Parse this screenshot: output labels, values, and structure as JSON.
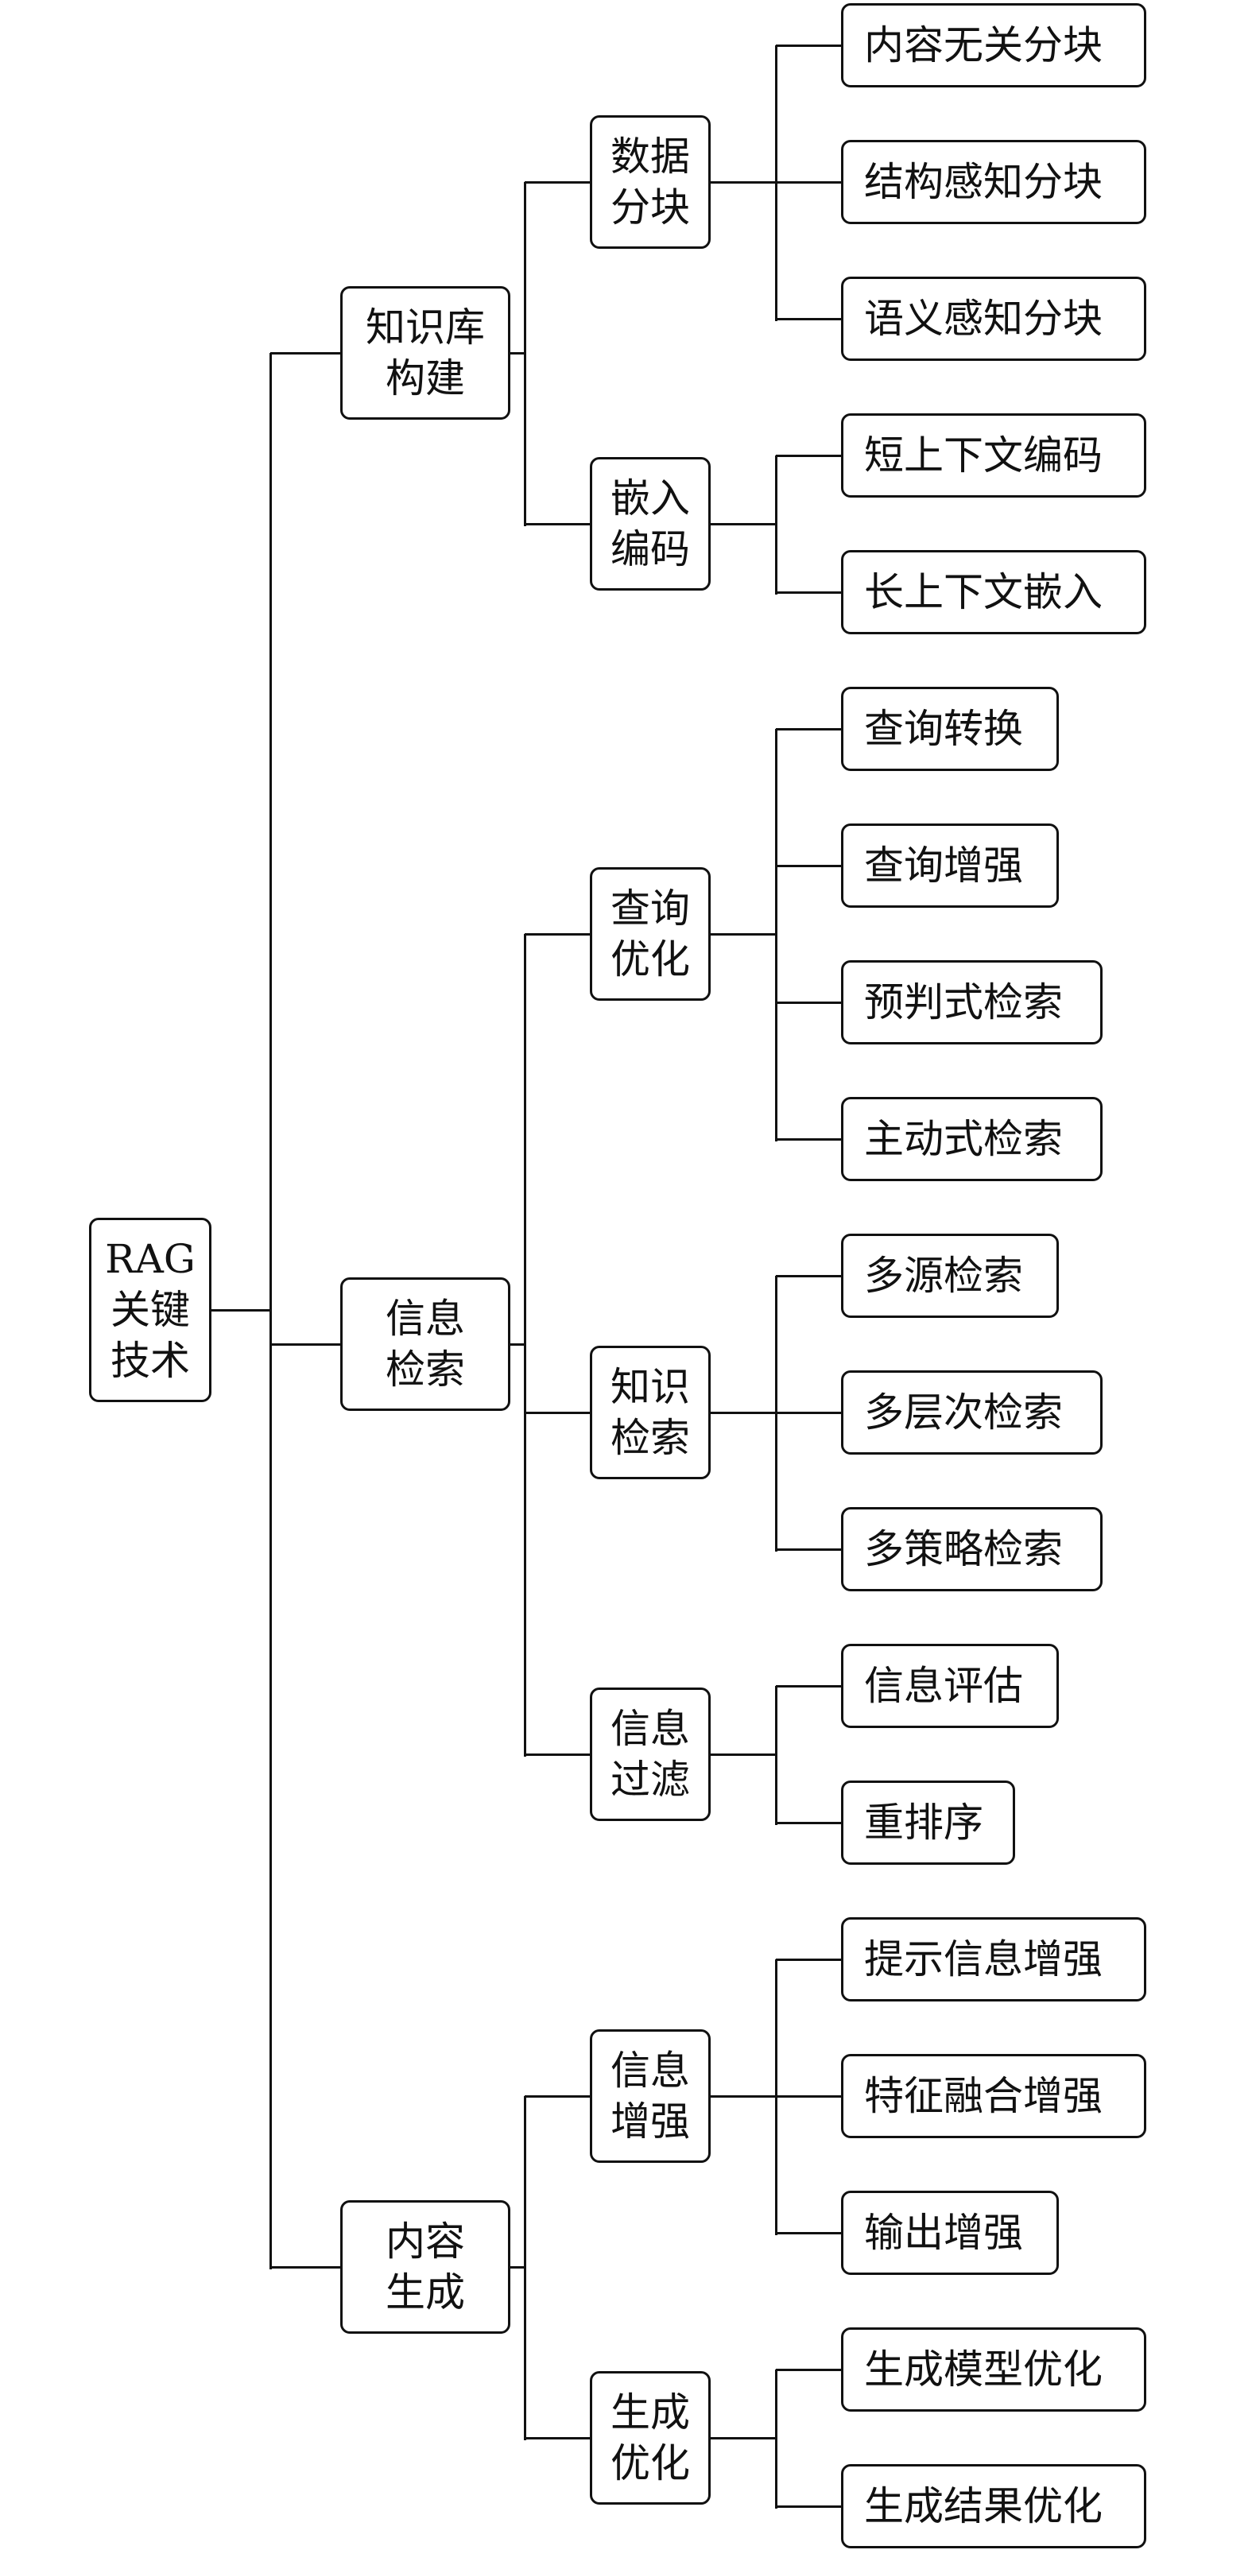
{
  "tree": {
    "label": [
      "RAG",
      "关键",
      "技术"
    ],
    "children": [
      {
        "label": [
          "知识库",
          "构建"
        ],
        "children": [
          {
            "label": [
              "数据",
              "分块"
            ],
            "children": [
              {
                "label": [
                  "内容无关分块"
                ]
              },
              {
                "label": [
                  "结构感知分块"
                ]
              },
              {
                "label": [
                  "语义感知分块"
                ]
              }
            ]
          },
          {
            "label": [
              "嵌入",
              "编码"
            ],
            "children": [
              {
                "label": [
                  "短上下文编码"
                ]
              },
              {
                "label": [
                  "长上下文嵌入"
                ]
              }
            ]
          }
        ]
      },
      {
        "label": [
          "信息",
          "检索"
        ],
        "children": [
          {
            "label": [
              "查询",
              "优化"
            ],
            "children": [
              {
                "label": [
                  "查询转换"
                ]
              },
              {
                "label": [
                  "查询增强"
                ]
              },
              {
                "label": [
                  "预判式检索"
                ]
              },
              {
                "label": [
                  "主动式检索"
                ]
              }
            ]
          },
          {
            "label": [
              "知识",
              "检索"
            ],
            "children": [
              {
                "label": [
                  "多源检索"
                ]
              },
              {
                "label": [
                  "多层次检索"
                ]
              },
              {
                "label": [
                  "多策略检索"
                ]
              }
            ]
          },
          {
            "label": [
              "信息",
              "过滤"
            ],
            "children": [
              {
                "label": [
                  "信息评估"
                ]
              },
              {
                "label": [
                  "重排序"
                ]
              }
            ]
          }
        ]
      },
      {
        "label": [
          "内容",
          "生成"
        ],
        "children": [
          {
            "label": [
              "信息",
              "增强"
            ],
            "children": [
              {
                "label": [
                  "提示信息增强"
                ]
              },
              {
                "label": [
                  "特征融合增强"
                ]
              },
              {
                "label": [
                  "输出增强"
                ]
              }
            ]
          },
          {
            "label": [
              "生成",
              "优化"
            ],
            "children": [
              {
                "label": [
                  "生成模型优化"
                ]
              },
              {
                "label": [
                  "生成结果优化"
                ]
              }
            ]
          }
        ]
      }
    ]
  }
}
